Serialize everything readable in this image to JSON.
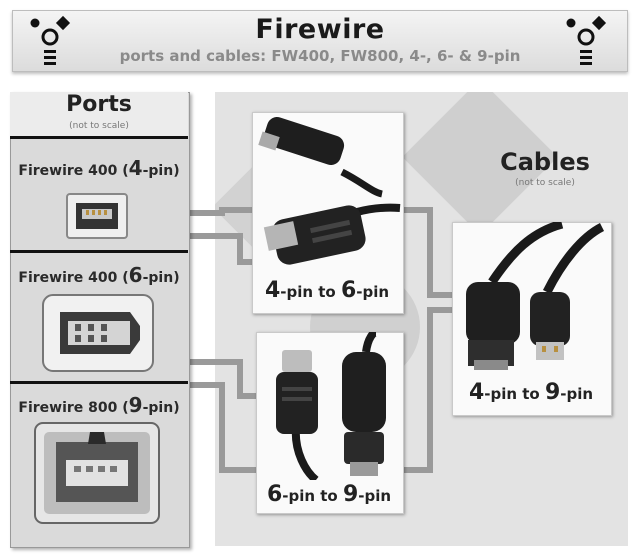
{
  "header": {
    "title": "Firewire",
    "subtitle": "ports and cables: FW400, FW800, 4-, 6- & 9-pin",
    "logo_left": "firewire-logo-icon",
    "logo_right": "firewire-logo-icon"
  },
  "ports": {
    "title": "Ports",
    "note": "(not to scale)",
    "items": [
      {
        "label_pre": "Firewire 400 (",
        "label_num": "4",
        "label_post": "-pin)",
        "icon": "fw400-4pin-port-icon"
      },
      {
        "label_pre": "Firewire 400 (",
        "label_num": "6",
        "label_post": "-pin)",
        "icon": "fw400-6pin-port-icon"
      },
      {
        "label_pre": "Firewire 800 (",
        "label_num": "9",
        "label_post": "-pin)",
        "icon": "fw800-9pin-port-icon"
      }
    ]
  },
  "cables": {
    "title": "Cables",
    "note": "(not to scale)",
    "items": [
      {
        "from": "4",
        "mid": "-pin to ",
        "to": "6",
        "post": "-pin",
        "icon": "cable-4-to-6-icon"
      },
      {
        "from": "6",
        "mid": "-pin to ",
        "to": "9",
        "post": "-pin",
        "icon": "cable-6-to-9-icon"
      },
      {
        "from": "4",
        "mid": "-pin to ",
        "to": "9",
        "post": "-pin",
        "icon": "cable-4-to-9-icon"
      }
    ]
  },
  "colors": {
    "panel": "#dadada",
    "connector_lines": "#9a9a9a",
    "cable_black": "#1a1a1a"
  }
}
